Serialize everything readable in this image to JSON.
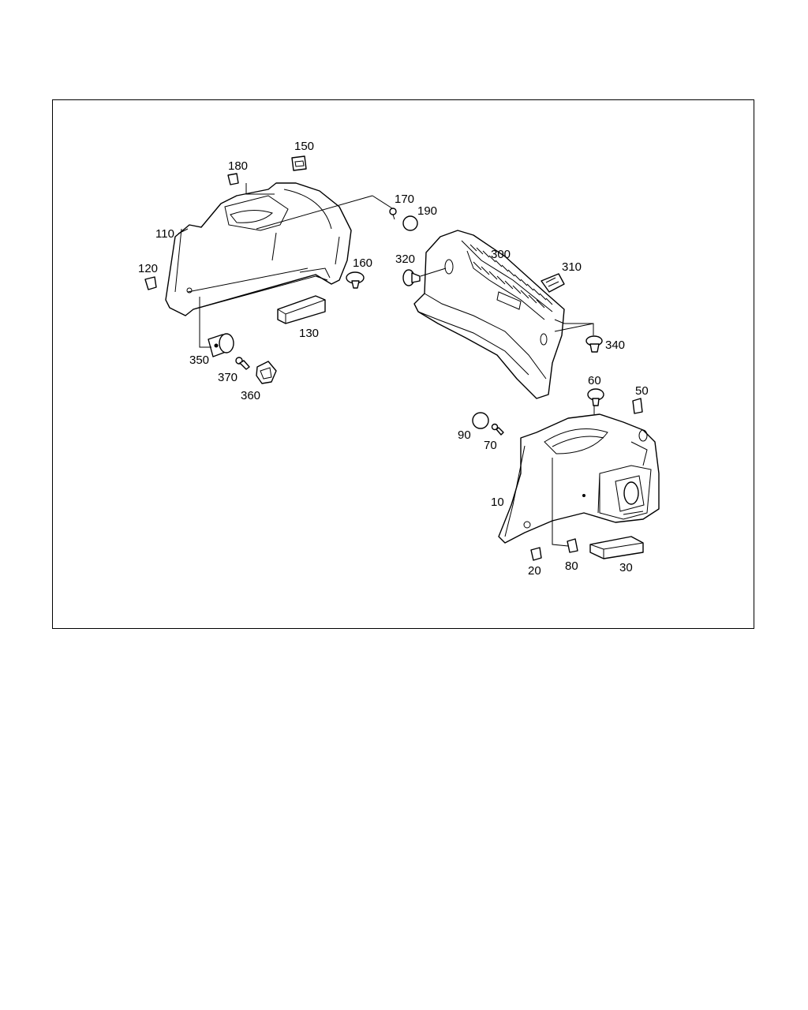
{
  "colors": {
    "line": "#000000",
    "background": "#ffffff"
  },
  "callouts": {
    "c10": "10",
    "c20": "20",
    "c30": "30",
    "c50": "50",
    "c60": "60",
    "c70": "70",
    "c80": "80",
    "c90": "90",
    "c110": "110",
    "c120": "120",
    "c130": "130",
    "c150": "150",
    "c160": "160",
    "c170": "170",
    "c180": "180",
    "c190": "190",
    "c300": "300",
    "c310": "310",
    "c320": "320",
    "c340": "340",
    "c350": "350",
    "c360": "360",
    "c370": "370"
  }
}
